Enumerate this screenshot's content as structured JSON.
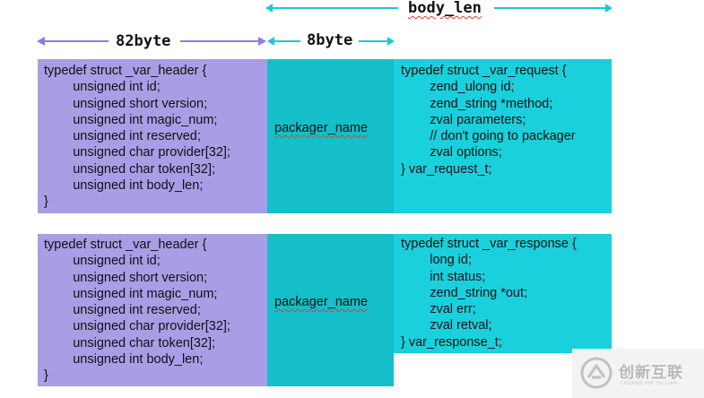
{
  "labels": {
    "body_len": "body_len",
    "header_size": "82byte",
    "packager_size": "8byte"
  },
  "colors": {
    "arrow": "#8f7be0",
    "arrow_teal": "#1ec8d2",
    "header_bg": "#a99de6",
    "packager_bg": "#14bfc9",
    "body_bg": "#1ad0dc"
  },
  "rows": [
    {
      "header_code": "typedef struct _var_header {\n        unsigned int id;\n        unsigned short version;\n        unsigned int magic_num;\n        unsigned int reserved;\n        unsigned char provider[32];\n        unsigned char token[32];\n        unsigned int body_len;\n}",
      "packager": "packager_name",
      "body_code": "typedef struct _var_request {\n        zend_ulong id;\n        zend_string *method;\n        zval parameters;\n        // don't going to packager\n        zval options;\n} var_request_t;"
    },
    {
      "header_code": "typedef struct _var_header {\n        unsigned int id;\n        unsigned short version;\n        unsigned int magic_num;\n        unsigned int reserved;\n        unsigned char provider[32];\n        unsigned char token[32];\n        unsigned int body_len;\n}",
      "packager": "packager_name",
      "body_code": "typedef struct _var_response {\n        long id;\n        int status;\n        zend_string *out;\n        zval err;\n        zval retval;\n} var_response_t;"
    }
  ],
  "watermark": {
    "logo_icon": "chuangxin-logo-icon",
    "text": "创新互联",
    "subtext": "CHUANG XIN HU LIAN"
  }
}
